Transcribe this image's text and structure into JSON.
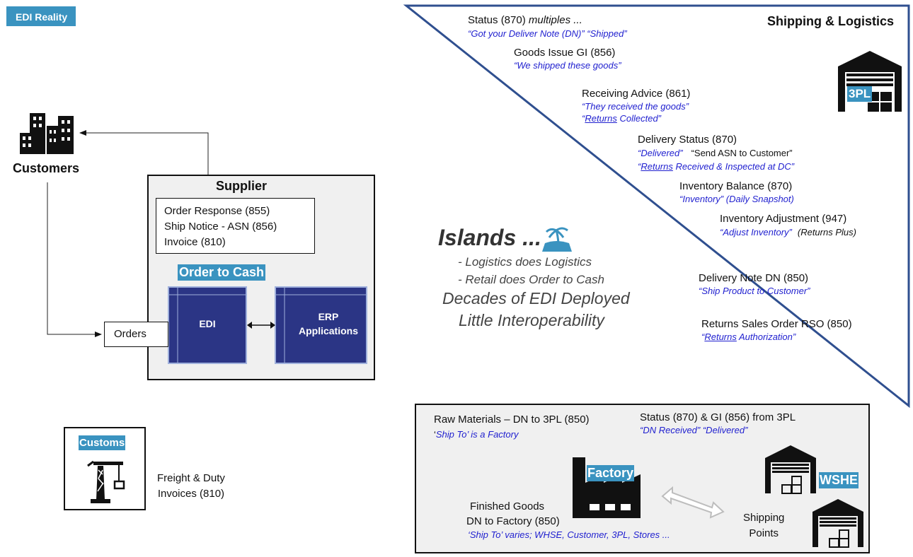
{
  "title_tag": "EDI Reality",
  "customers": {
    "label": "Customers"
  },
  "supplier": {
    "title": "Supplier",
    "docs": [
      "Order Response (855)",
      "Ship Notice - ASN (856)",
      "Invoice (810)"
    ],
    "order_to_cash": "Order to Cash",
    "edi": "EDI",
    "erp": [
      "ERP",
      "Applications"
    ],
    "orders": "Orders"
  },
  "customs": {
    "tag": "Customs",
    "invoices": [
      "Freight & Duty",
      "Invoices (810)"
    ]
  },
  "shipping": {
    "title": "Shipping & Logistics",
    "tpl": "3PL",
    "items": [
      {
        "head": "Status (870)",
        "head_it": " multiples ...",
        "line1": "“Got your Deliver Note (DN)”  “Shipped”"
      },
      {
        "head": "Goods Issue GI (856)",
        "line1": "“We shipped these goods”"
      },
      {
        "head": "Receiving Advice (861)",
        "line1": "“They received the goods”",
        "line2_pre": "“",
        "line2_u": "Returns",
        "line2_post": " Collected”"
      },
      {
        "head": "Delivery Status (870)",
        "line1": "“Delivered”",
        "line1_b": "“Send ASN to Customer”",
        "line2_pre": "“",
        "line2_u": "Returns",
        "line2_post": " Received & Inspected at DC”"
      },
      {
        "head": "Inventory Balance (870)",
        "line1": "“Inventory” (Daily Snapshot)"
      },
      {
        "head": "Inventory Adjustment (947)",
        "line1": "“Adjust Inventory”",
        "line1_b": "(Returns Plus)"
      },
      {
        "head": "Delivery Note DN (850)",
        "line1": "“Ship Product to Customer”"
      },
      {
        "head": "Returns Sales Order RSO (850)",
        "line2_pre": "“",
        "line2_u": "Returns",
        "line2_post": " Authorization”"
      }
    ]
  },
  "islands": {
    "title": "Islands ...",
    "lines": [
      "- Logistics does Logistics",
      "- Retail does Order to Cash"
    ],
    "big": [
      "Decades of EDI Deployed",
      "Little Interoperability"
    ]
  },
  "factory": {
    "raw_head": "Raw Materials – DN to 3PL (850)",
    "raw_line_pre": "‘",
    "raw_line": "Ship To’ is a Factory",
    "status_head": "Status (870) & GI (856) from 3PL",
    "status_line": "“DN Received” “Delivered”",
    "factory_tag": "Factory",
    "wshe_tag": "WSHE",
    "finished": [
      "Finished Goods",
      "DN to Factory (850)"
    ],
    "finished_line": "‘Ship To’ varies;  WHSE, Customer, 3PL, Stores  ...",
    "shipping_points": [
      "Shipping",
      "Points"
    ]
  },
  "colors": {
    "navy": "#2b3585",
    "tag": "#3a93c0",
    "blue_text": "#1f1fcf",
    "line": "#2f4f8f"
  }
}
